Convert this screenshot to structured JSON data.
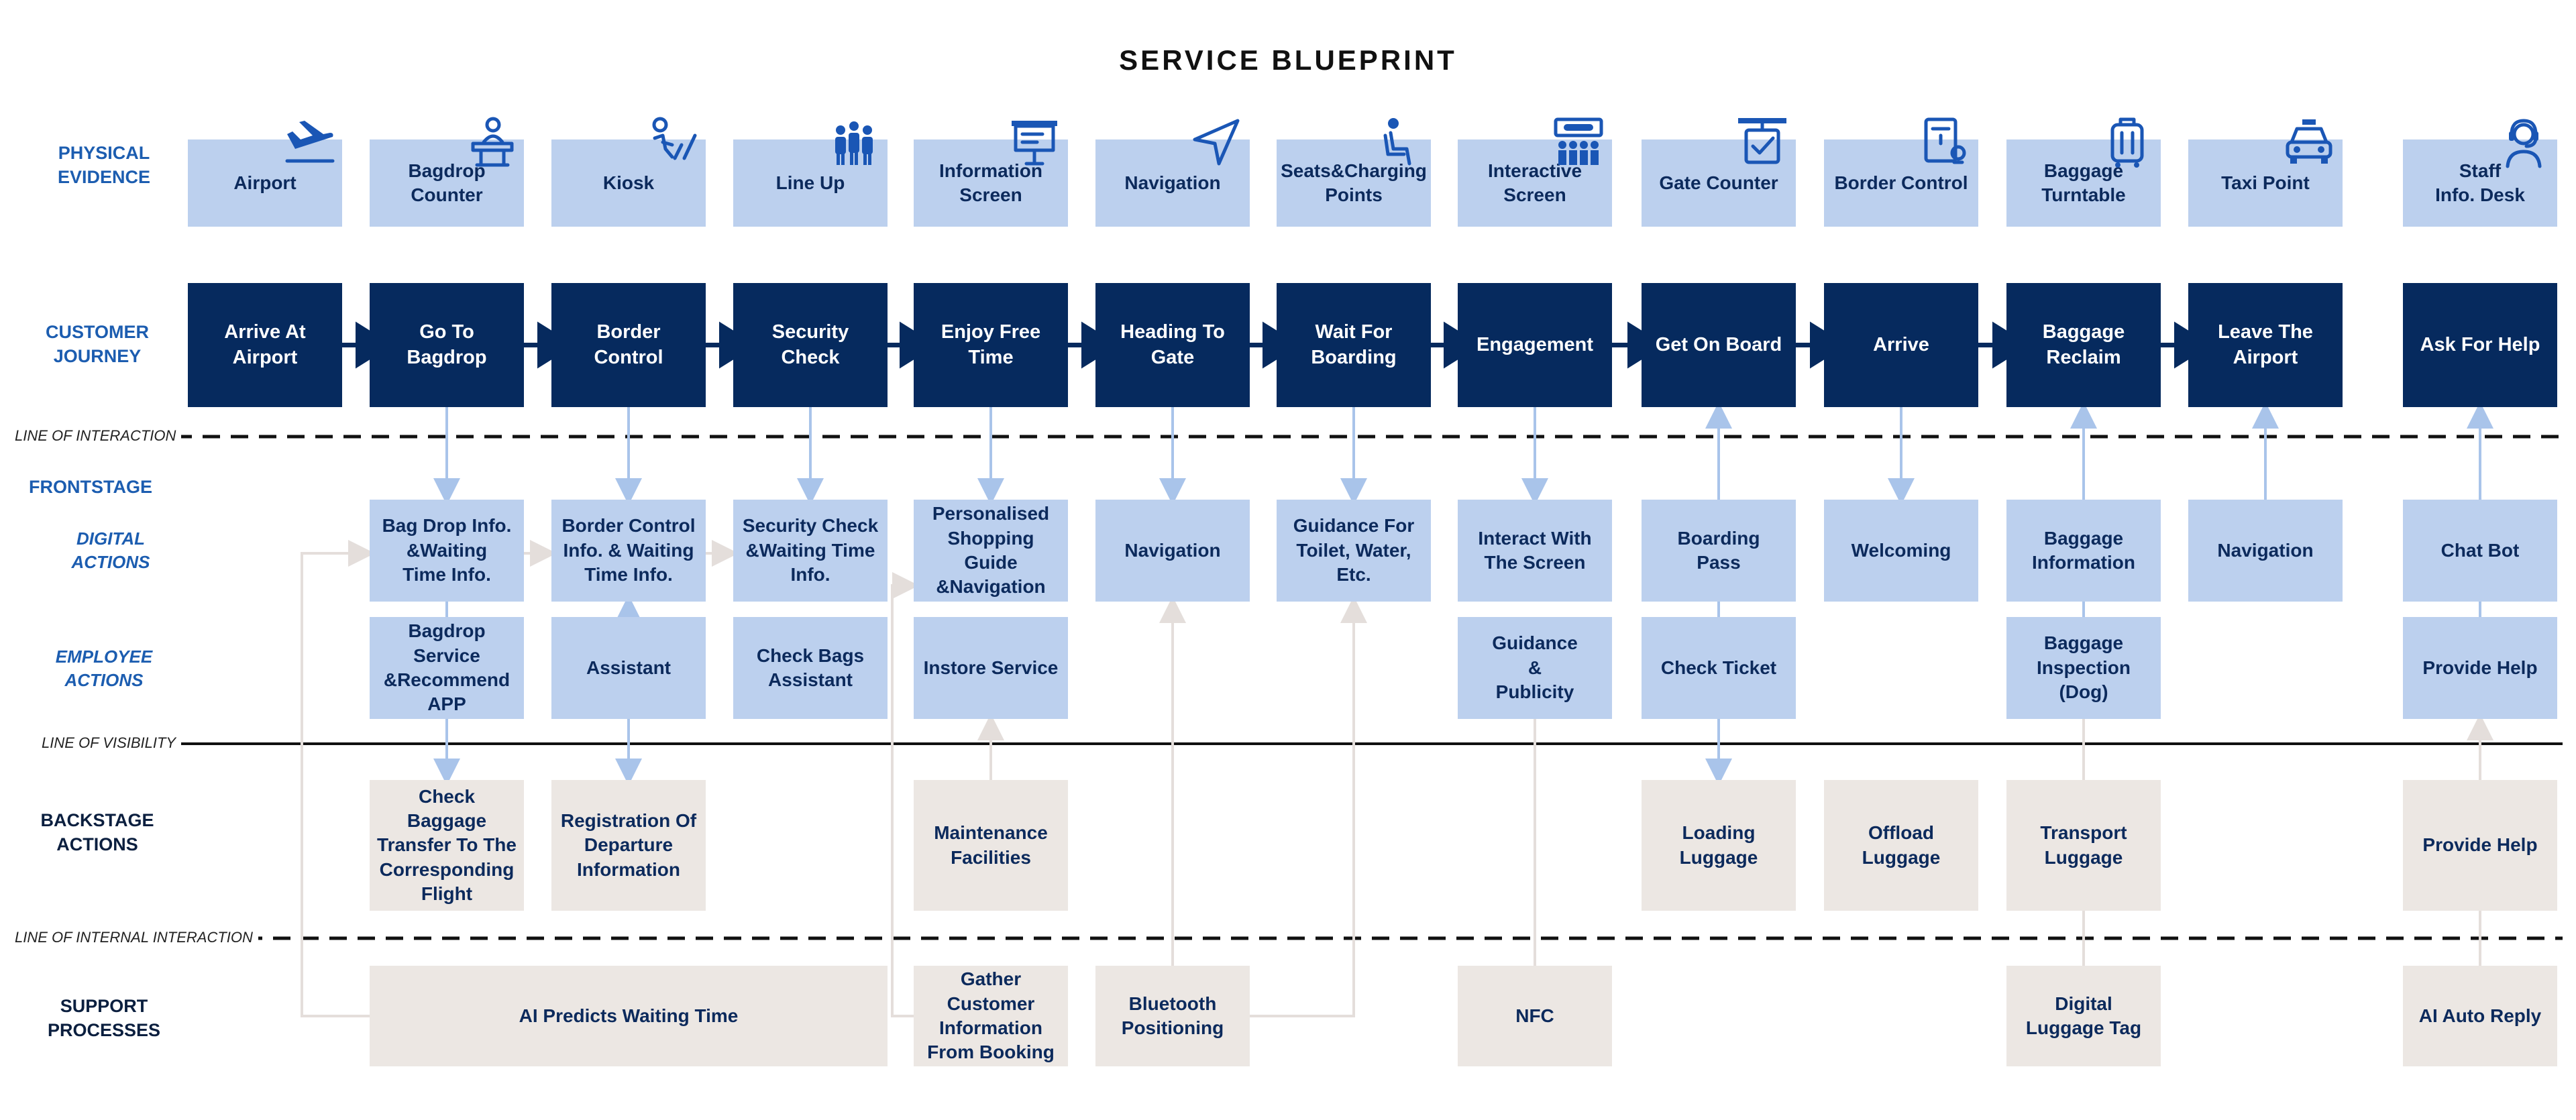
{
  "title": "SERVICE BLUEPRINT",
  "colors": {
    "navy": "#062a5e",
    "light_blue": "#bcd0ee",
    "beige": "#ece7e3",
    "label_blue": "#1c5db0",
    "connector_blue": "#a9c4ea",
    "connector_beige": "#e4dedb"
  },
  "row_labels": {
    "physical_evidence": "PHYSICAL\nEVIDENCE",
    "customer_journey": "CUSTOMER\nJOURNEY",
    "frontstage": "FRONTSTAGE",
    "digital_actions": "DIGITAL\nACTIONS",
    "employee_actions": "EMPLOYEE\nACTIONS",
    "backstage_actions": "BACKSTAGE\nACTIONS",
    "support_processes": "SUPPORT\nPROCESSES"
  },
  "line_labels": {
    "interaction": "LINE OF INTERACTION",
    "visibility": "LINE OF VISIBILITY",
    "internal_interaction": "LINE OF INTERNAL INTERACTION"
  },
  "evidence": [
    {
      "label": "Airport",
      "icon": "airplane-landing-icon"
    },
    {
      "label": "Bagdrop Counter",
      "icon": "counter-staff-icon"
    },
    {
      "label": "Kiosk",
      "icon": "person-at-kiosk-icon"
    },
    {
      "label": "Line Up",
      "icon": "people-group-icon"
    },
    {
      "label": "Information\nScreen",
      "icon": "presentation-screen-icon"
    },
    {
      "label": "Navigation",
      "icon": "navigation-arrow-icon"
    },
    {
      "label": "Seats&Charging\nPoints",
      "icon": "seated-person-icon"
    },
    {
      "label": "Interactive\nScreen",
      "icon": "audience-screen-icon"
    },
    {
      "label": "Gate Counter",
      "icon": "gate-sign-icon"
    },
    {
      "label": "Border Control",
      "icon": "passport-document-icon"
    },
    {
      "label": "Baggage\nTurntable",
      "icon": "luggage-icon"
    },
    {
      "label": "Taxi Point",
      "icon": "taxi-icon"
    },
    {
      "label": "Staff\nInfo. Desk",
      "icon": "headset-staff-icon"
    }
  ],
  "journey": [
    "Arrive At\nAirport",
    "Go To\nBagdrop",
    "Border\nControl",
    "Security\nCheck",
    "Enjoy Free\nTime",
    "Heading To\nGate",
    "Wait For\nBoarding",
    "Engagement",
    "Get On Board",
    "Arrive",
    "Baggage\nReclaim",
    "Leave The\nAirport",
    "Ask For Help"
  ],
  "digital": [
    null,
    "Bag Drop Info.\n&Waiting\nTime Info.",
    "Border Control\nInfo. & Waiting\nTime Info.",
    "Security Check\n&Waiting Time\nInfo.",
    "Personalised\nShopping Guide\n&Navigation",
    "Navigation",
    "Guidance For\nToilet, Water, Etc.",
    "Interact With\nThe Screen",
    "Boarding\nPass",
    "Welcoming",
    "Baggage\nInformation",
    "Navigation",
    "Chat Bot"
  ],
  "employee": [
    null,
    "Bagdrop Service\n&Recommend\nAPP",
    "Assistant",
    "Check Bags\nAssistant",
    "Instore Service",
    null,
    null,
    "Guidance\n&\nPublicity",
    "Check Ticket",
    null,
    "Baggage\nInspection (Dog)",
    null,
    "Provide Help"
  ],
  "backstage": [
    null,
    "Check Baggage\nTransfer To The\nCorresponding\nFlight",
    "Registration Of\nDeparture\nInformation",
    null,
    "Maintenance\nFacilities",
    null,
    null,
    null,
    "Loading\nLuggage",
    "Offload\nLuggage",
    "Transport\nLuggage",
    null,
    "Provide Help"
  ],
  "support": [
    {
      "label": "AI Predicts Waiting Time",
      "from": 1,
      "to": 3
    },
    {
      "label": "Gather Customer\nInformation\nFrom Booking",
      "from": 4,
      "to": 4
    },
    {
      "label": "Bluetooth\nPositioning",
      "from": 5,
      "to": 5
    },
    {
      "label": "NFC",
      "from": 7,
      "to": 7
    },
    {
      "label": "Digital\nLuggage Tag",
      "from": 10,
      "to": 10
    },
    {
      "label": "AI Auto Reply",
      "from": 12,
      "to": 12
    }
  ]
}
